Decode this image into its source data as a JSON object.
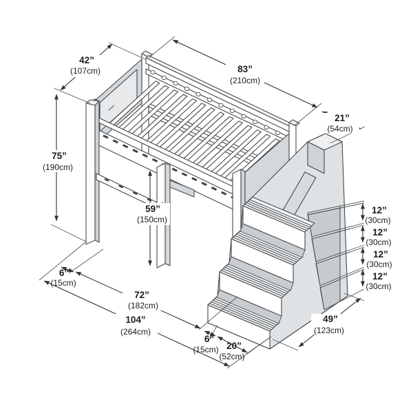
{
  "colors": {
    "line": "#44484b",
    "panel": "#d4d8db",
    "panel_light": "#e7e9eb",
    "panel_mid": "#cfd3d6",
    "cavity": "#c6cbcf",
    "unit_face": "#dfe2e4",
    "text": "#1b1b1b",
    "background": "#ffffff"
  },
  "dimensions": {
    "bed_width": {
      "label": "42”",
      "metric": "(107cm)"
    },
    "bed_length": {
      "label": "83”",
      "metric": "(210cm)"
    },
    "stair_extension": {
      "label": "21”",
      "metric": "(54cm)"
    },
    "overall_height": {
      "label": "75”",
      "metric": "(190cm)"
    },
    "under_bed_clearance": {
      "label": "59”",
      "metric": "(150cm)"
    },
    "shelf_spacing_1": {
      "label": "12”",
      "metric": "(30cm)"
    },
    "shelf_spacing_2": {
      "label": "12”",
      "metric": "(30cm)"
    },
    "shelf_spacing_3": {
      "label": "12”",
      "metric": "(30cm)"
    },
    "shelf_spacing_4": {
      "label": "12”",
      "metric": "(30cm)"
    },
    "left_offset": {
      "label": "6”",
      "metric": "(15cm)"
    },
    "under_bed_length": {
      "label": "72”",
      "metric": "(182cm)"
    },
    "overall_length": {
      "label": "104”",
      "metric": "(264cm)"
    },
    "front_offset": {
      "label": "6”",
      "metric": "(15cm)"
    },
    "bottom_step_depth": {
      "label": "20”",
      "metric": "(52cm)"
    },
    "stair_unit_depth": {
      "label": "49”",
      "metric": "(123cm)"
    }
  }
}
